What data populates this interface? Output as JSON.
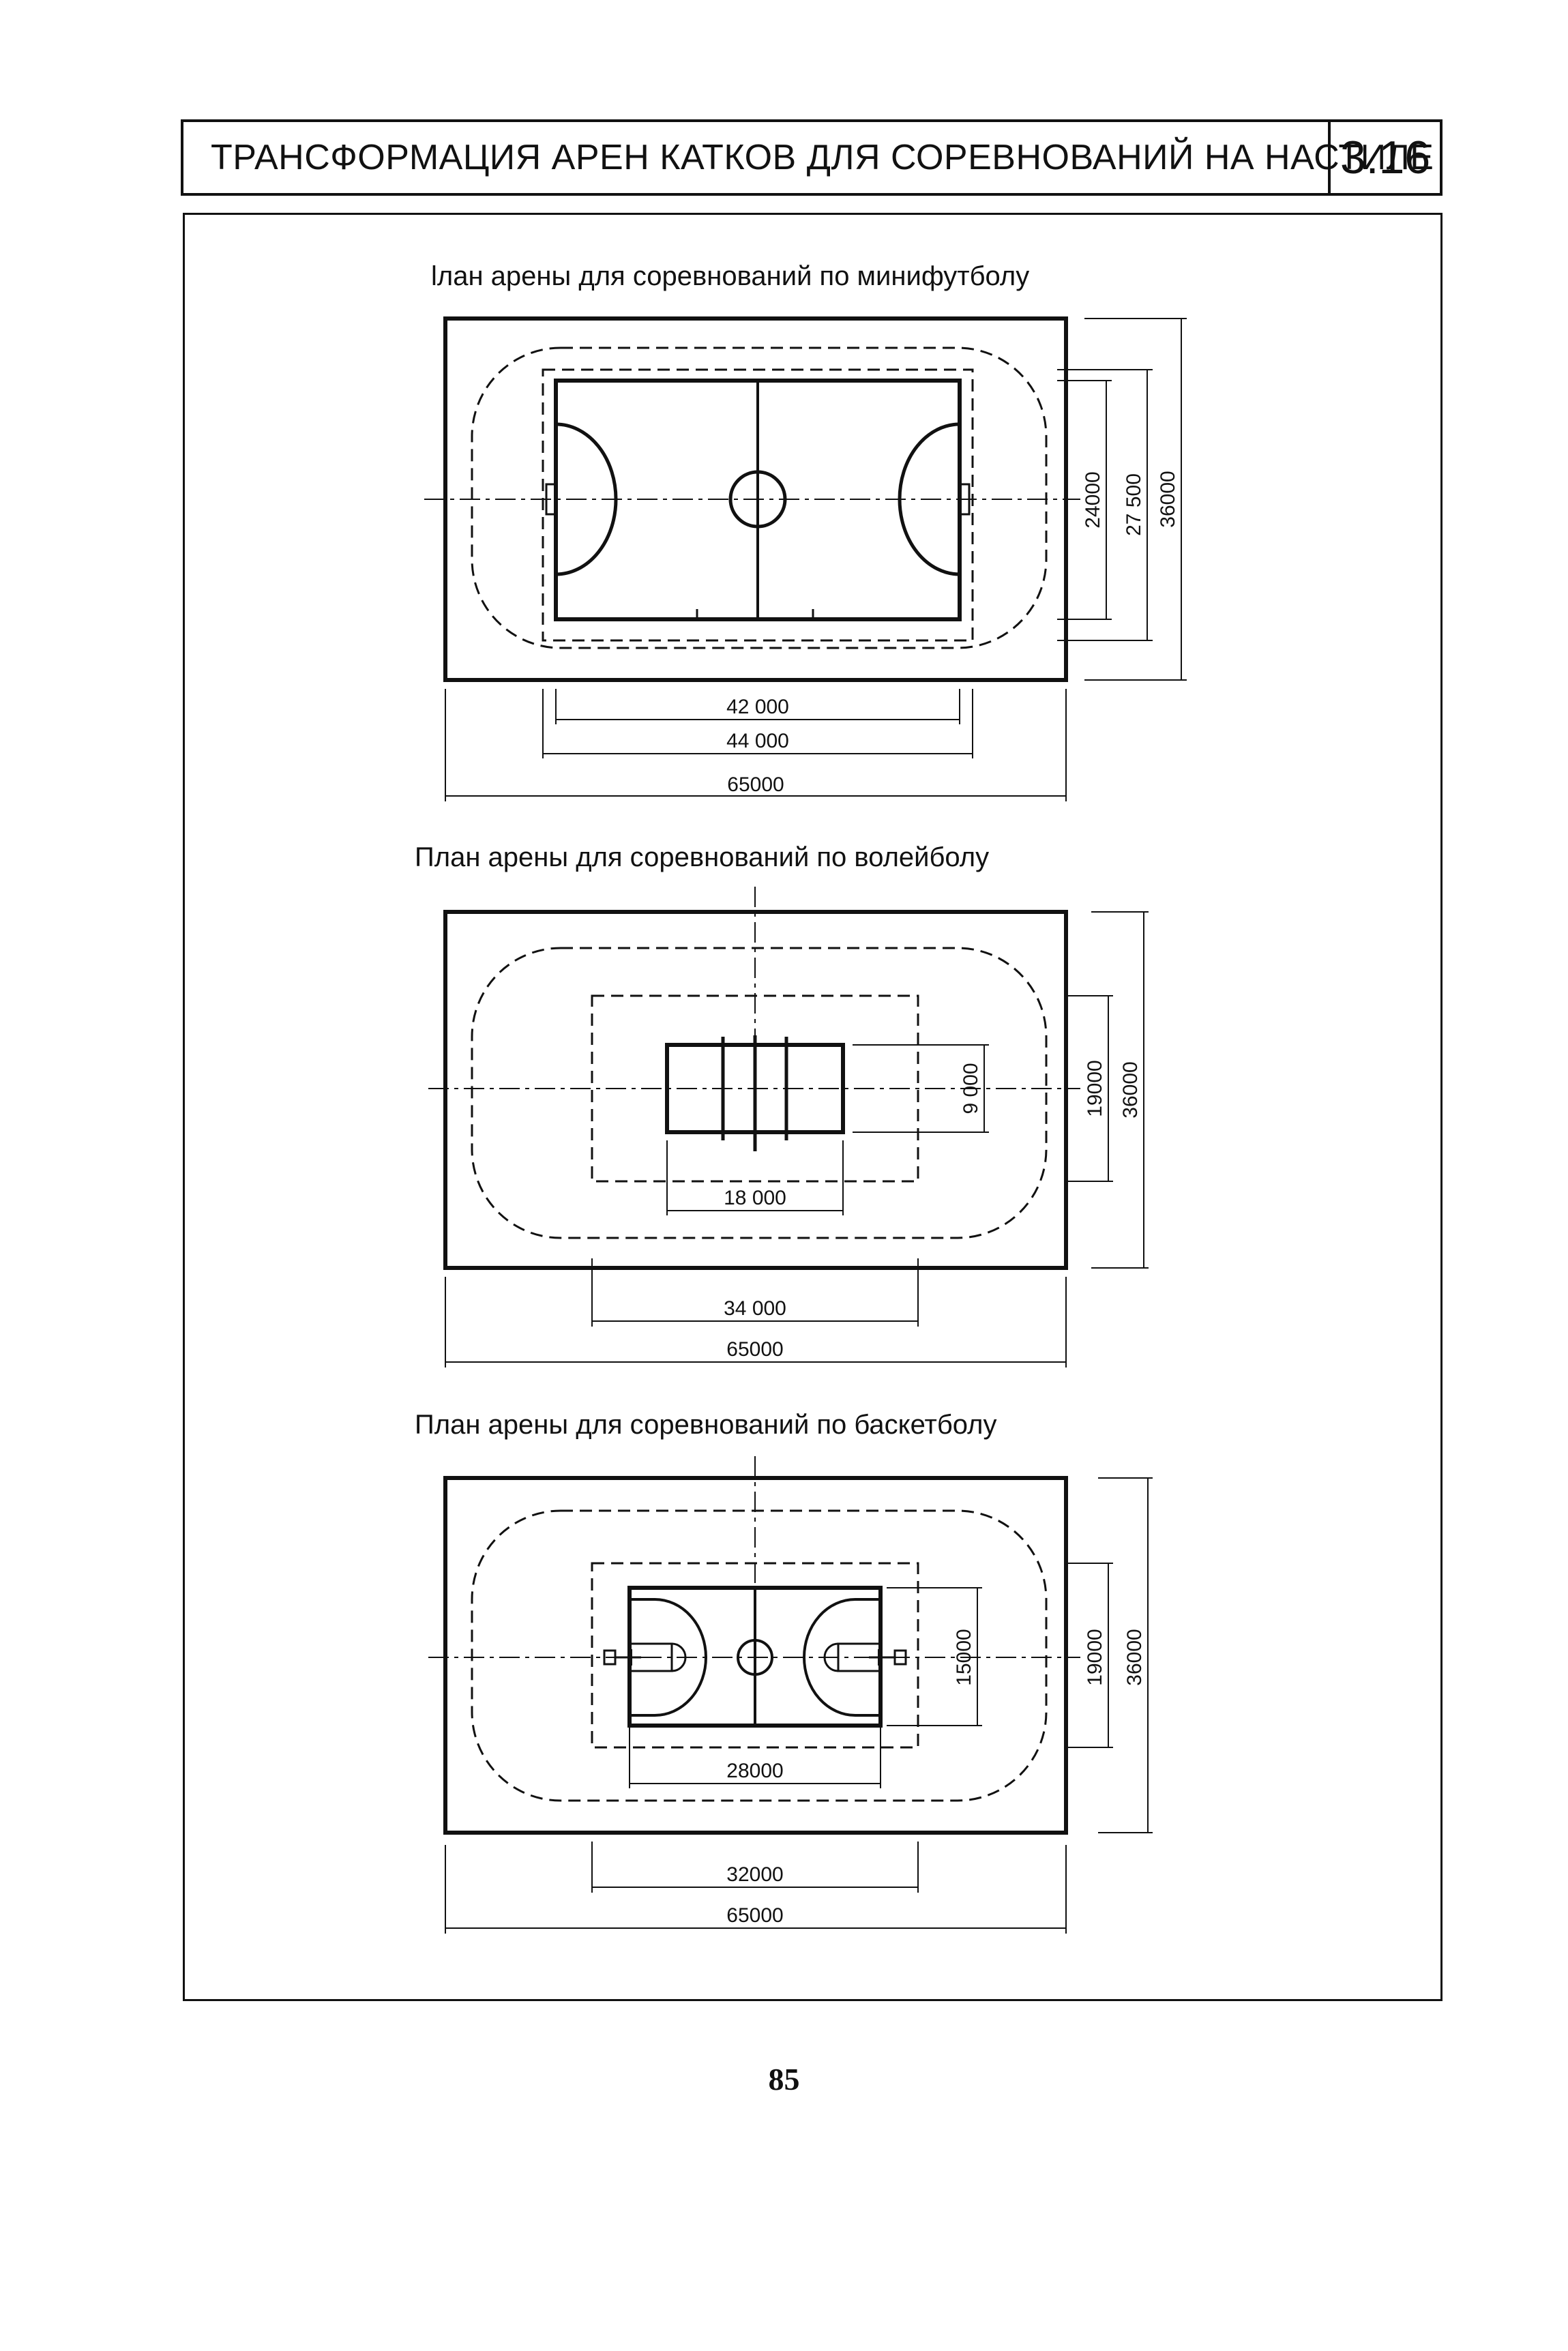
{
  "header": {
    "title": "ТРАНСФОРМАЦИЯ АРЕН КАТКОВ ДЛЯ СОРЕВНОВАНИЙ НА НАСТИЛЕ",
    "code": "3.16"
  },
  "plans": [
    {
      "title": "lлан арены для соревнований по минифутболу",
      "dims_bottom": [
        "42 000",
        "44 000",
        "65000"
      ],
      "dims_right": [
        "24000",
        "27 500",
        "36000"
      ]
    },
    {
      "title": "План арены для соревнований по волейболу",
      "dims_inner": [
        "18 000",
        "9 000"
      ],
      "dims_bottom": [
        "34 000",
        "65000"
      ],
      "dims_right": [
        "19000",
        "36000"
      ]
    },
    {
      "title": "План арены для соревнований по баскетболу",
      "dims_inner": [
        "28000",
        "15000"
      ],
      "dims_bottom": [
        "32000",
        "65000"
      ],
      "dims_right": [
        "19000",
        "36000"
      ]
    }
  ],
  "page_number": "85"
}
